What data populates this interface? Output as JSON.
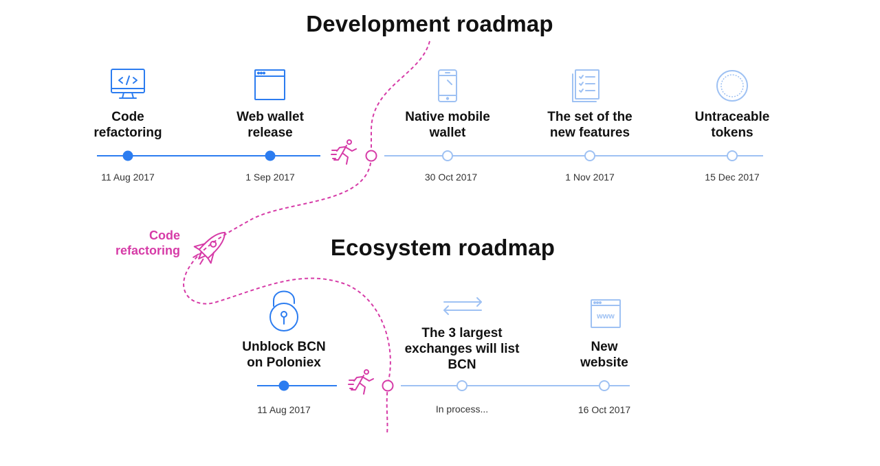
{
  "colors": {
    "done": "#2b7cf0",
    "pending": "#9ec1f3",
    "accent": "#d63ba7",
    "text": "#111111",
    "date_text": "#333333"
  },
  "development": {
    "title": "Development roadmap",
    "milestones": [
      {
        "label": "Code\nrefactoring",
        "date": "11 Aug 2017",
        "status": "done",
        "icon": "code-monitor-icon"
      },
      {
        "label": "Web wallet\nrelease",
        "date": "1 Sep 2017",
        "status": "done",
        "icon": "browser-window-icon"
      },
      {
        "label": "Native mobile\nwallet",
        "date": "30 Oct 2017",
        "status": "pending",
        "icon": "mobile-phone-icon"
      },
      {
        "label": "The set of the\nnew features",
        "date": "1 Nov 2017",
        "status": "pending",
        "icon": "checklist-icon"
      },
      {
        "label": "Untraceable\ntokens",
        "date": "15 Dec 2017",
        "status": "pending",
        "icon": "token-coin-icon"
      }
    ]
  },
  "ecosystem": {
    "title": "Ecosystem roadmap",
    "milestones": [
      {
        "label": "Unblock BCN\non Poloniex",
        "date": "11 Aug 2017",
        "status": "done",
        "icon": "unlock-icon"
      },
      {
        "label": "The 3 largest\nexchanges will list\nBCN",
        "date": "In process...",
        "status": "pending",
        "icon": "exchange-arrows-icon"
      },
      {
        "label": "New\nwebsite",
        "date": "16 Oct 2017",
        "status": "pending",
        "icon": "www-window-icon"
      }
    ]
  },
  "side_note": {
    "label": "Code\nrefactoring",
    "icon": "rocket-icon"
  },
  "markers": {
    "current_icon": "runner-icon"
  }
}
